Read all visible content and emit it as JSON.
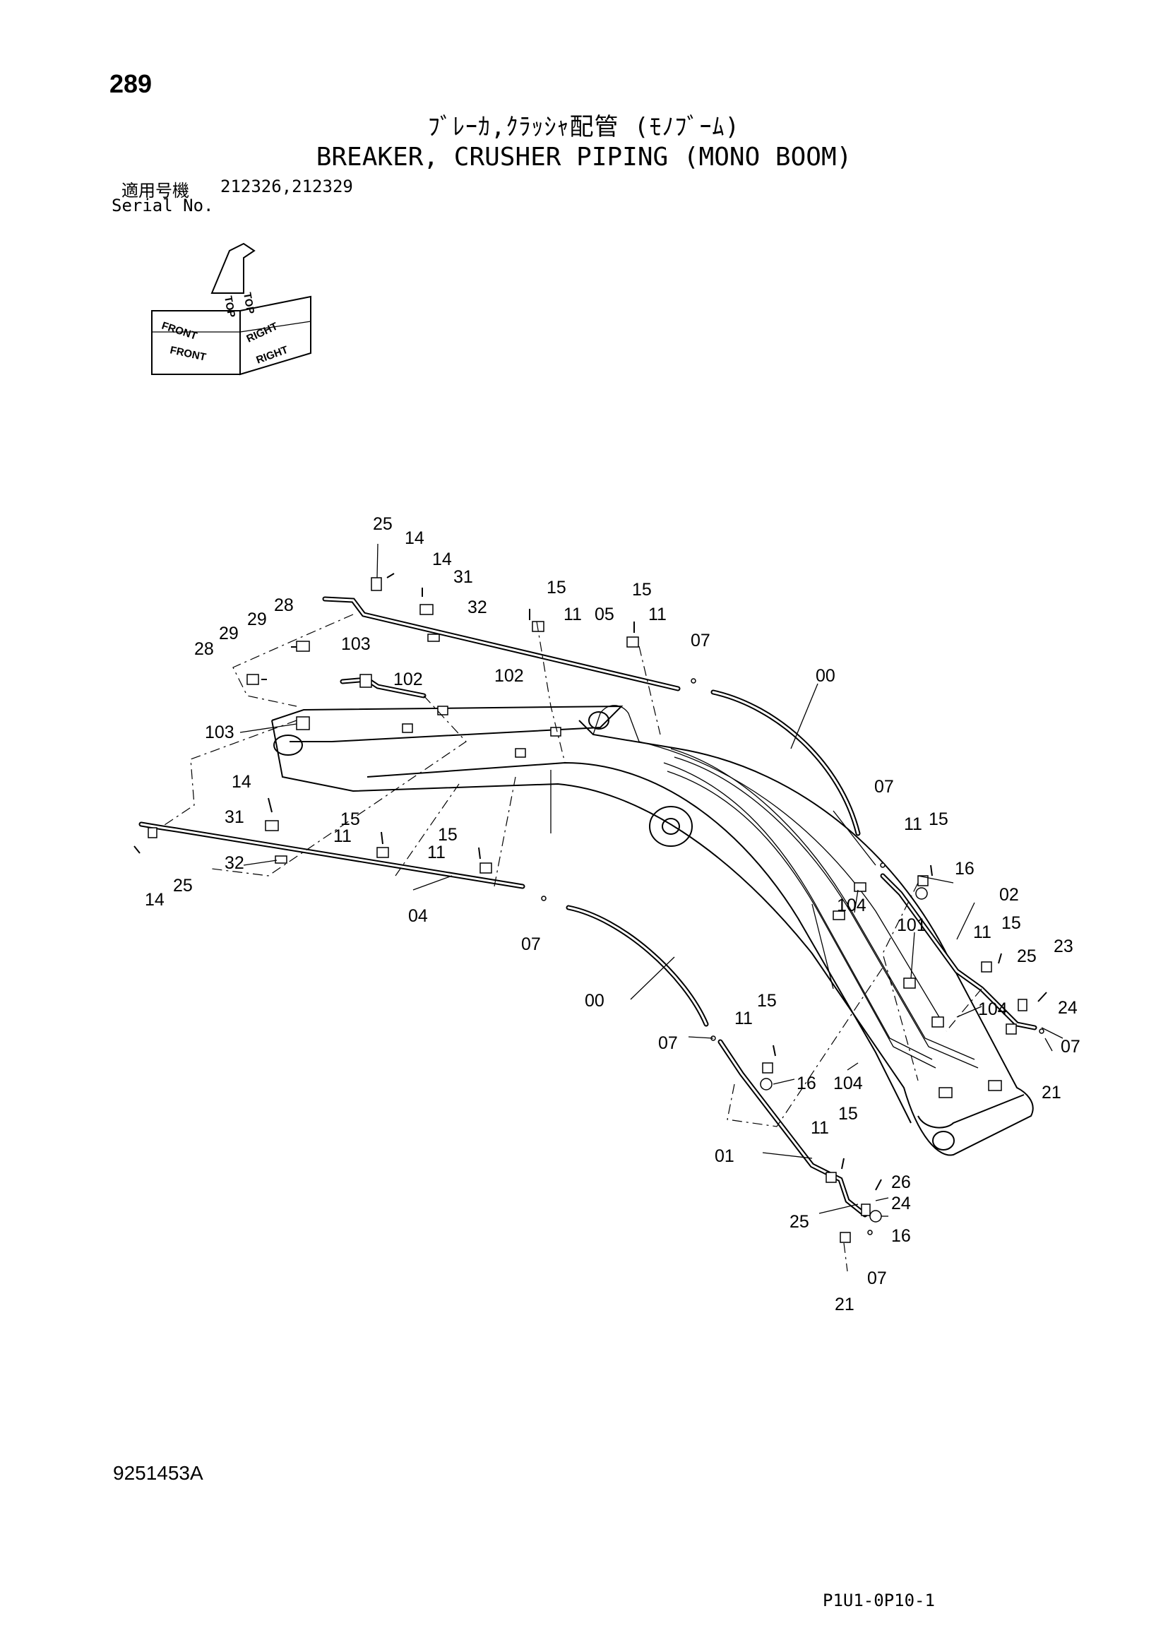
{
  "header": {
    "page_number": "289",
    "title_jp": "ﾌﾞﾚｰｶ,ｸﾗｯｼｬ配管 (ﾓﾉﾌﾞｰﾑ)",
    "title_en": "BREAKER, CRUSHER PIPING (MONO BOOM)",
    "serial_label_jp": "適用号機",
    "serial_values": "212326,212329",
    "serial_label_en": "Serial No."
  },
  "orientation": {
    "top": "TOP",
    "front": "FRONT",
    "right": "RIGHT"
  },
  "callouts": [
    "25",
    "14",
    "14",
    "31",
    "32",
    "15",
    "11",
    "05",
    "15",
    "11",
    "07",
    "00",
    "28",
    "29",
    "28",
    "29",
    "103",
    "102",
    "102",
    "103",
    "14",
    "31",
    "32",
    "15",
    "11",
    "15",
    "11",
    "04",
    "07",
    "14",
    "25",
    "07",
    "11",
    "15",
    "16",
    "02",
    "104",
    "101",
    "11",
    "15",
    "25",
    "23",
    "24",
    "104",
    "07",
    "21",
    "00",
    "07",
    "11",
    "15",
    "16",
    "104",
    "11",
    "15",
    "01",
    "26",
    "24",
    "25",
    "16",
    "07",
    "21"
  ],
  "footer": {
    "drawing_code": "9251453A",
    "page_code": "P1U1-0P10-1"
  }
}
